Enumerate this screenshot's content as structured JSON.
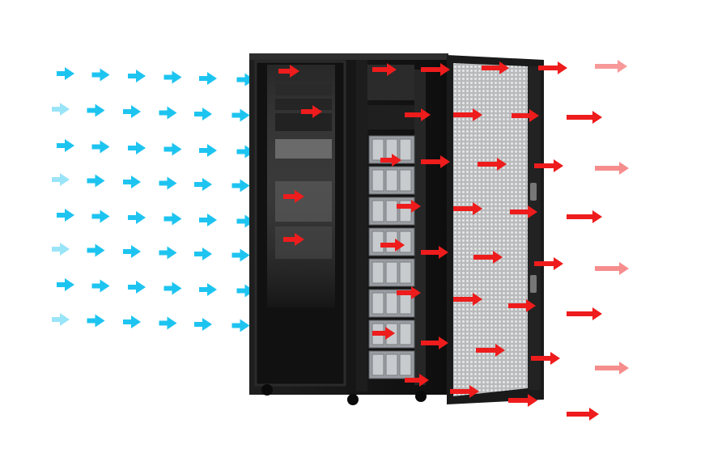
{
  "diagram": {
    "subject": "server-rack-airflow",
    "cold_air_icon": "arrow-right-icon",
    "hot_air_icon": "arrow-right-icon",
    "colors": {
      "cold_air": "#1ec4f0",
      "hot_air": "#ee1c1c",
      "rack_body": "#141414",
      "rack_frame": "#2b2b2b",
      "door_mesh": "#c9cacb",
      "server_face": "#9a9ea3",
      "background": "#ffffff"
    },
    "server_units": 8,
    "door_state": "open"
  }
}
